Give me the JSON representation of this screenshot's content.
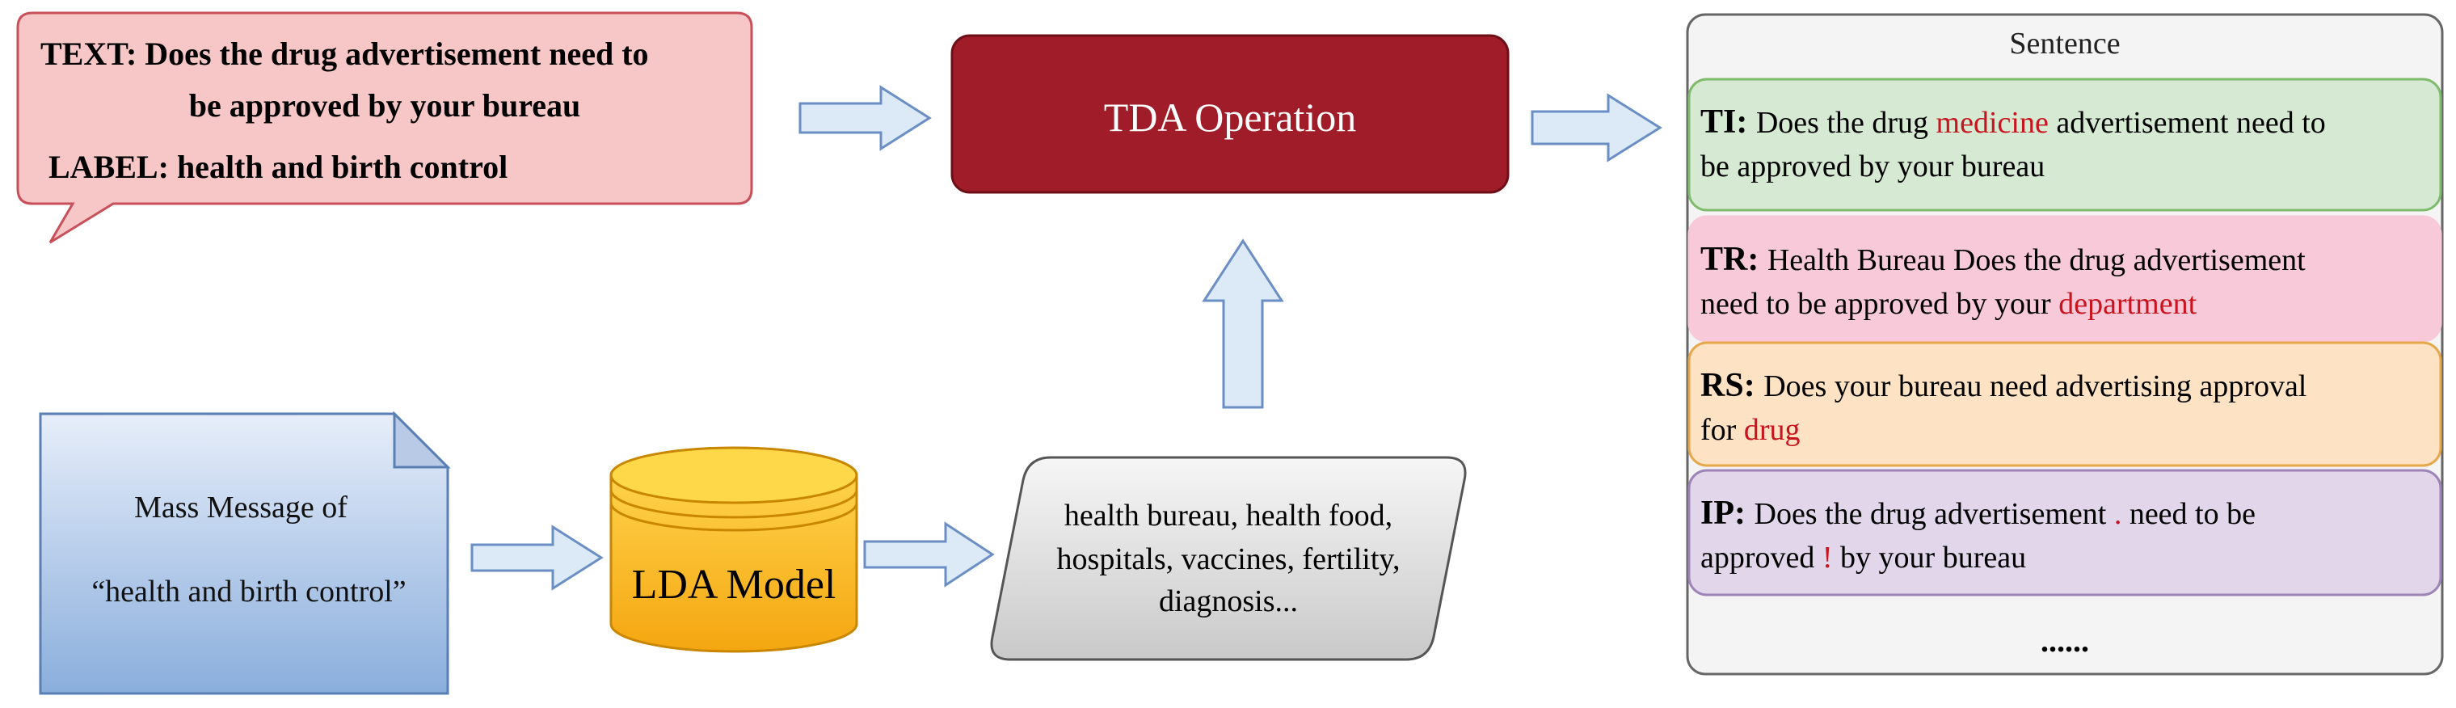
{
  "input_example": {
    "text_key": "TEXT",
    "text_line1": "Does the drug advertisement need to",
    "text_line2": "be approved by your bureau",
    "label_key": "LABEL",
    "label_value": "health and birth control"
  },
  "tda_operation": {
    "label": "TDA Operation"
  },
  "mass_message": {
    "line1": "Mass Message of",
    "line2": "“health and birth control”"
  },
  "lda_model": {
    "label": "LDA Model"
  },
  "keywords": {
    "line1": "health bureau, health food,",
    "line2": "hospitals, vaccines, fertility,",
    "line3": "diagnosis..."
  },
  "sentence_panel": {
    "header": "Sentence",
    "ellipsis": "......",
    "items": [
      {
        "key": "TI",
        "line1_a": "Does the drug ",
        "line1_hl": "medicine",
        "line1_b": " advertisement need to",
        "line2_a": "be approved by your bureau",
        "line2_hl": "",
        "fill": "#d6e9d3",
        "stroke": "#7fbb6d"
      },
      {
        "key": "TR",
        "line1_a": "Health Bureau Does the drug advertisement",
        "line1_hl": "",
        "line1_b": "",
        "line2_a": "need to be approved by your ",
        "line2_hl": "department",
        "fill": "#f8c9d9",
        "stroke": "#f8c9d9"
      },
      {
        "key": "RS",
        "line1_a": "Does your bureau need advertising approval",
        "line1_hl": "",
        "line1_b": "",
        "line2_a": "for ",
        "line2_hl": "drug",
        "fill": "#fde2c4",
        "stroke": "#e6a84a"
      },
      {
        "key": "IP",
        "line1_a": "Does the drug advertisement ",
        "line1_hl": ".",
        "line1_b": " need to be",
        "line2_a": "approved ",
        "line2_hl": "!",
        "line2_b": " by your bureau",
        "fill": "#e2d6ea",
        "stroke": "#9d84b7"
      }
    ]
  },
  "colors": {
    "highlight": "#c8141e",
    "tda_fill": "#a01c28",
    "callout_fill": "#f7c6c6",
    "callout_stroke": "#c8505a",
    "arrow_fill": "#dce9f6",
    "arrow_stroke": "#6b8fc4"
  },
  "icons": {
    "document": "document-icon",
    "database": "database-icon",
    "arrow": "block-arrow-icon"
  }
}
